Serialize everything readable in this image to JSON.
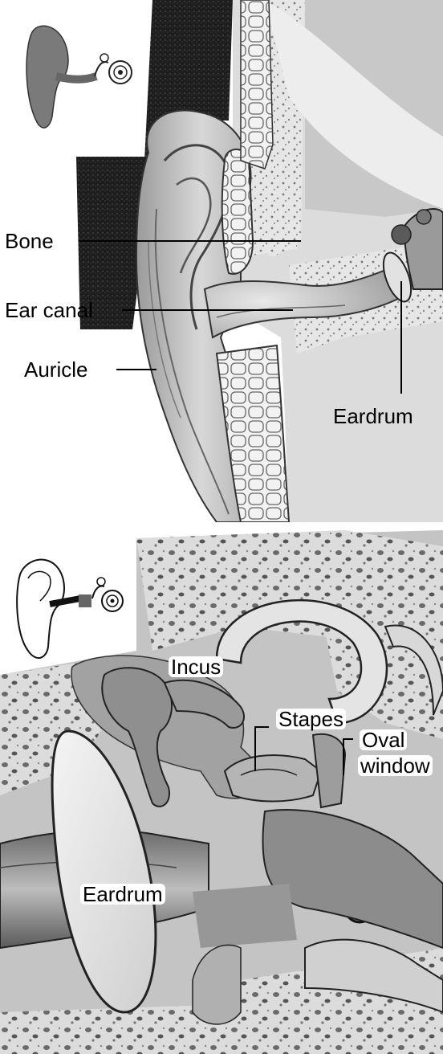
{
  "top_panel": {
    "labels": {
      "bone": "Bone",
      "ear_canal": "Ear canal",
      "auricle": "Auricle",
      "eardrum": "Eardrum"
    }
  },
  "bottom_panel": {
    "labels": {
      "incus": "Incus",
      "stapes": "Stapes",
      "oval": "Oval",
      "window": "window",
      "eardrum": "Eardrum"
    }
  }
}
